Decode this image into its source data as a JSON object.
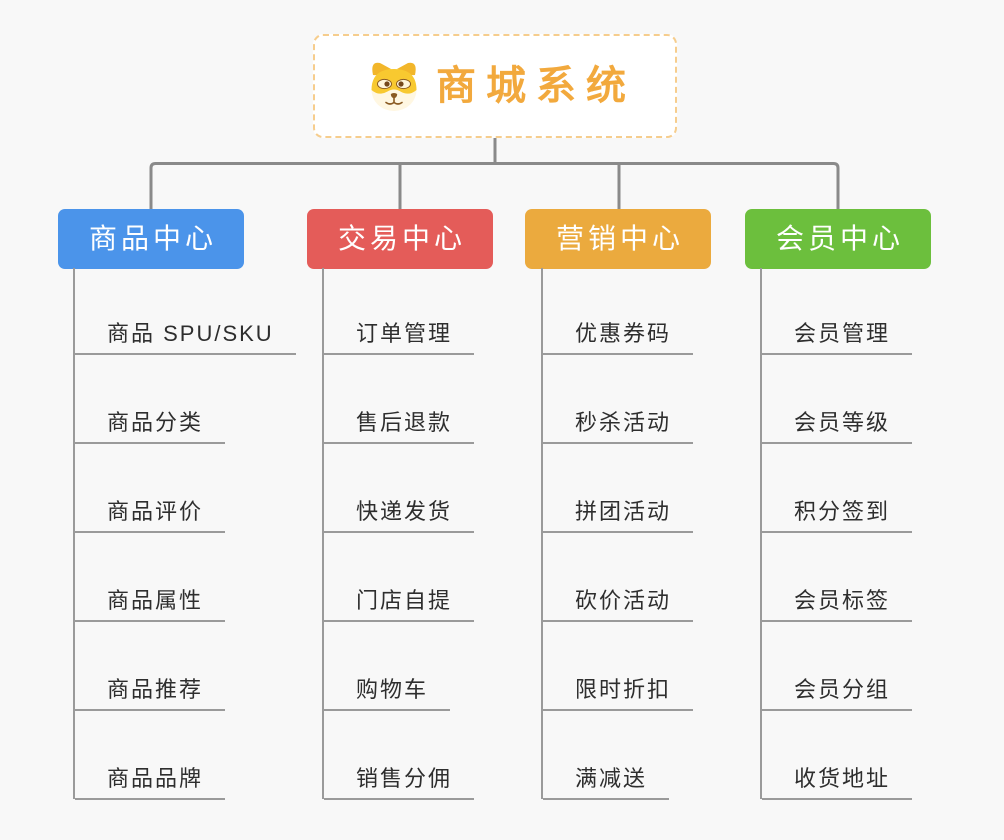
{
  "root": {
    "title": "商城系统",
    "icon": "dog-face-icon",
    "title_color": "#f2a93d",
    "border_color": "#f6cd8d"
  },
  "branches": [
    {
      "label": "商品中心",
      "color": "#4b94ea",
      "items": [
        "商品 SPU/SKU",
        "商品分类",
        "商品评价",
        "商品属性",
        "商品推荐",
        "商品品牌"
      ]
    },
    {
      "label": "交易中心",
      "color": "#e45c59",
      "items": [
        "订单管理",
        "售后退款",
        "快递发货",
        "门店自提",
        "购物车",
        "销售分佣"
      ]
    },
    {
      "label": "营销中心",
      "color": "#ebaa3e",
      "items": [
        "优惠券码",
        "秒杀活动",
        "拼团活动",
        "砍价活动",
        "限时折扣",
        "满减送"
      ]
    },
    {
      "label": "会员中心",
      "color": "#6cbf3d",
      "items": [
        "会员管理",
        "会员等级",
        "积分签到",
        "会员标签",
        "会员分组",
        "收货地址"
      ]
    }
  ],
  "connector_color": "#8a8a8a",
  "leaf_line_color": "#9a9a9a",
  "background_color": "#f8f8f8"
}
